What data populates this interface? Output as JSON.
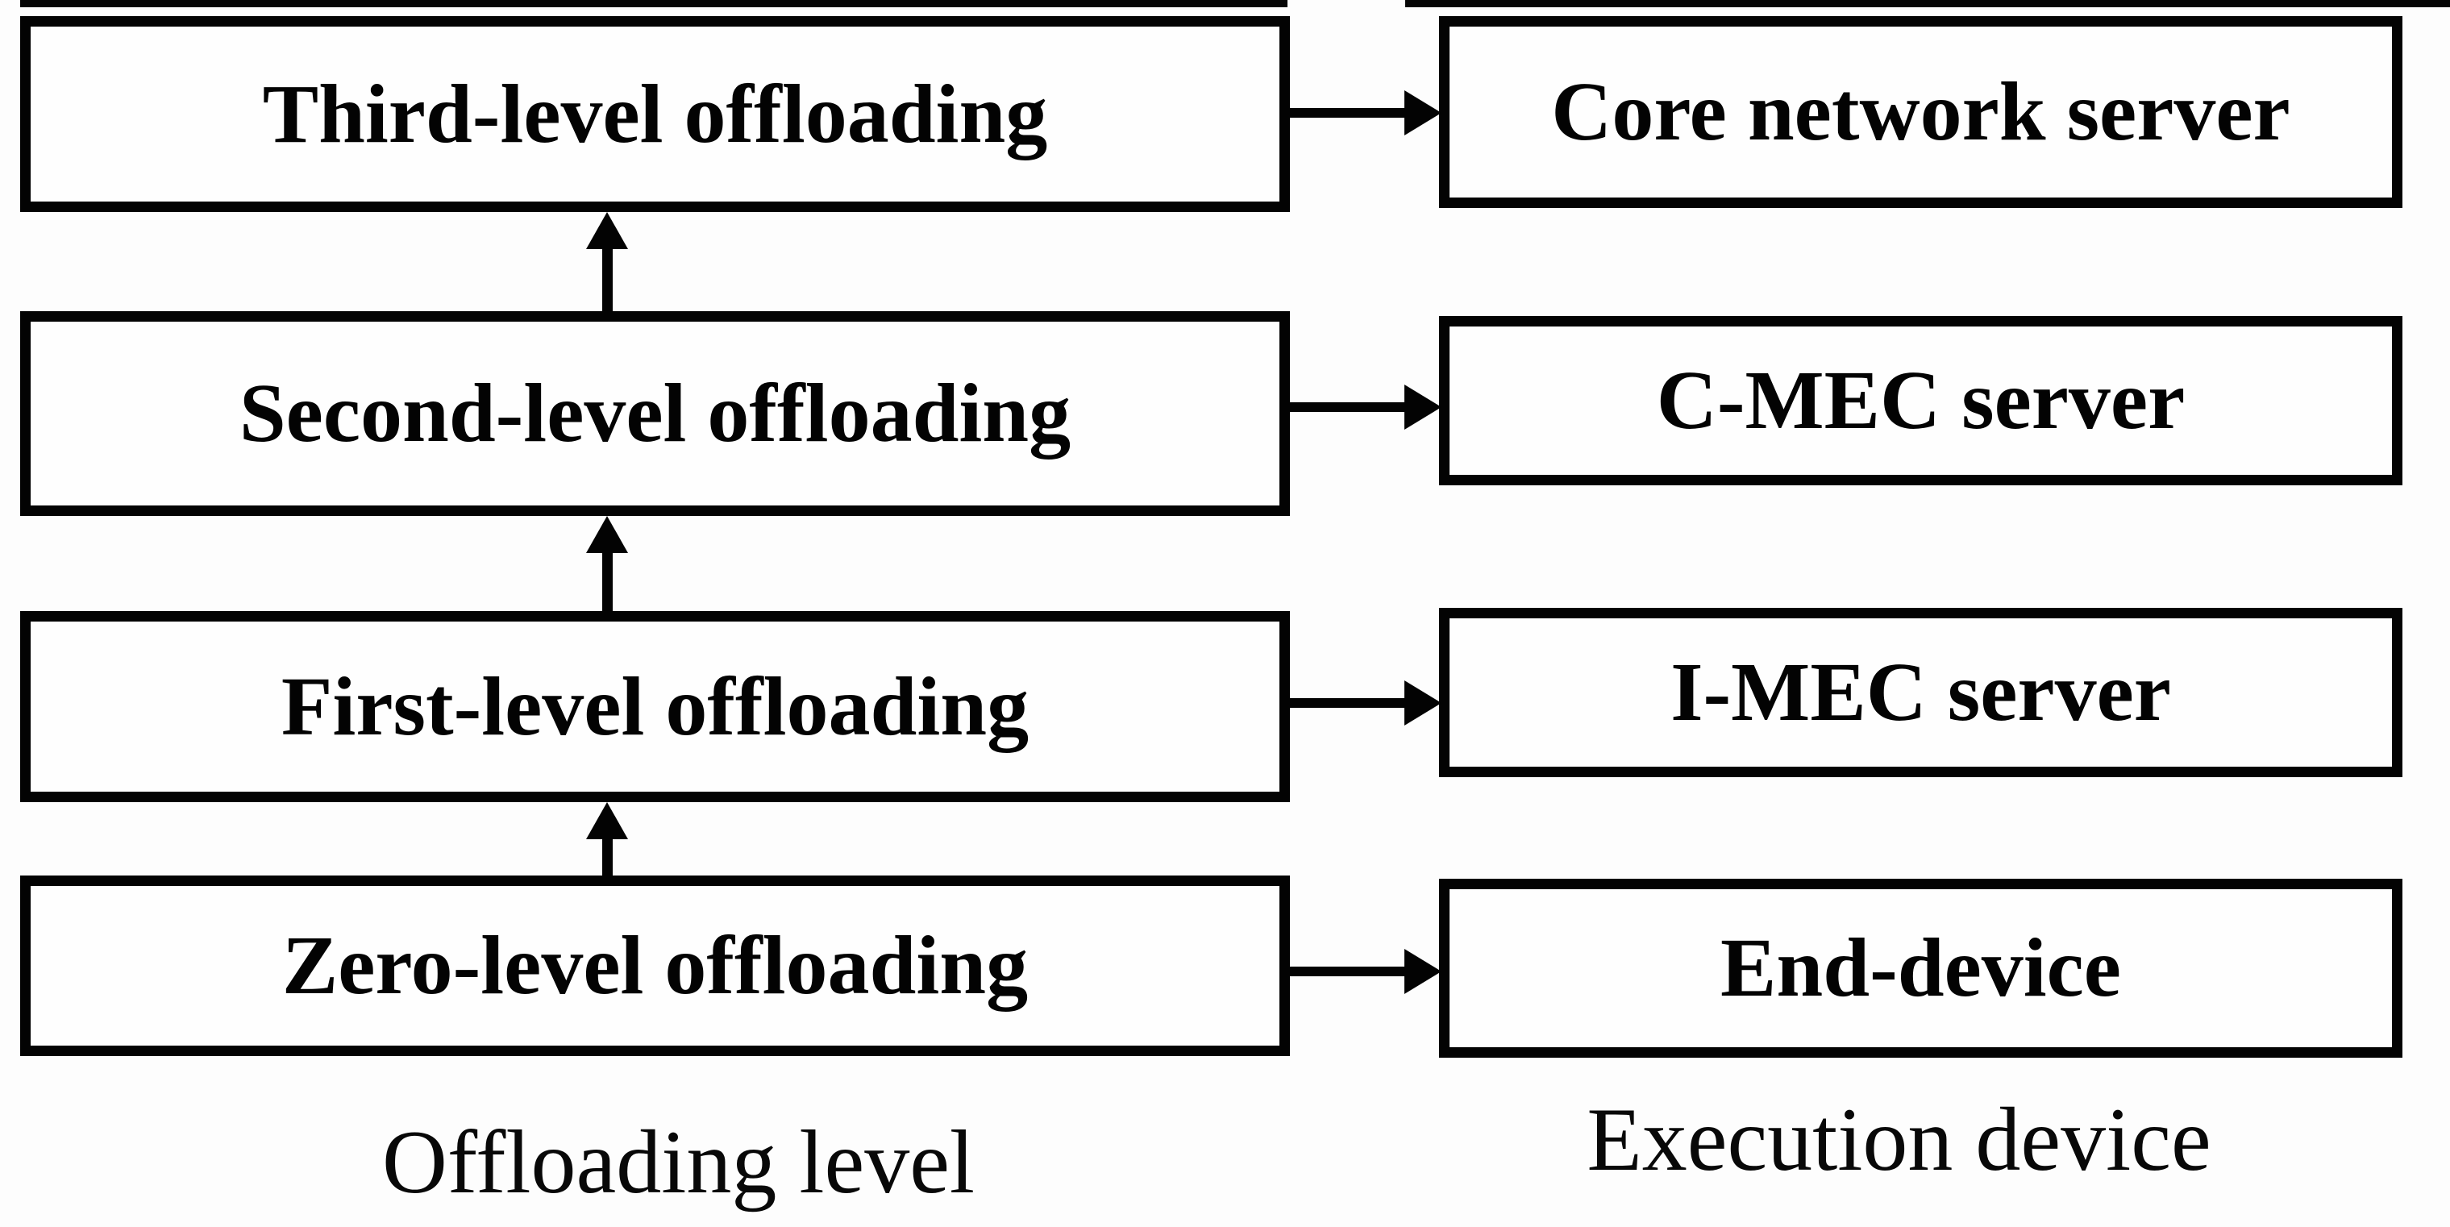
{
  "figure": {
    "background_color": "#fdfdfd",
    "ink_color": "#030303",
    "box_fill_color": "#fefefe",
    "offloading_column": {
      "caption": "Offloading level",
      "boxes": [
        {
          "label": "Third-level offloading"
        },
        {
          "label": "Second-level offloading"
        },
        {
          "label": "First-level offloading"
        },
        {
          "label": "Zero-level offloading"
        }
      ]
    },
    "execution_column": {
      "caption": "Execution device",
      "boxes": [
        {
          "label": "Core network server"
        },
        {
          "label": "C-MEC server"
        },
        {
          "label": "I-MEC server"
        },
        {
          "label": "End-device"
        }
      ]
    }
  }
}
